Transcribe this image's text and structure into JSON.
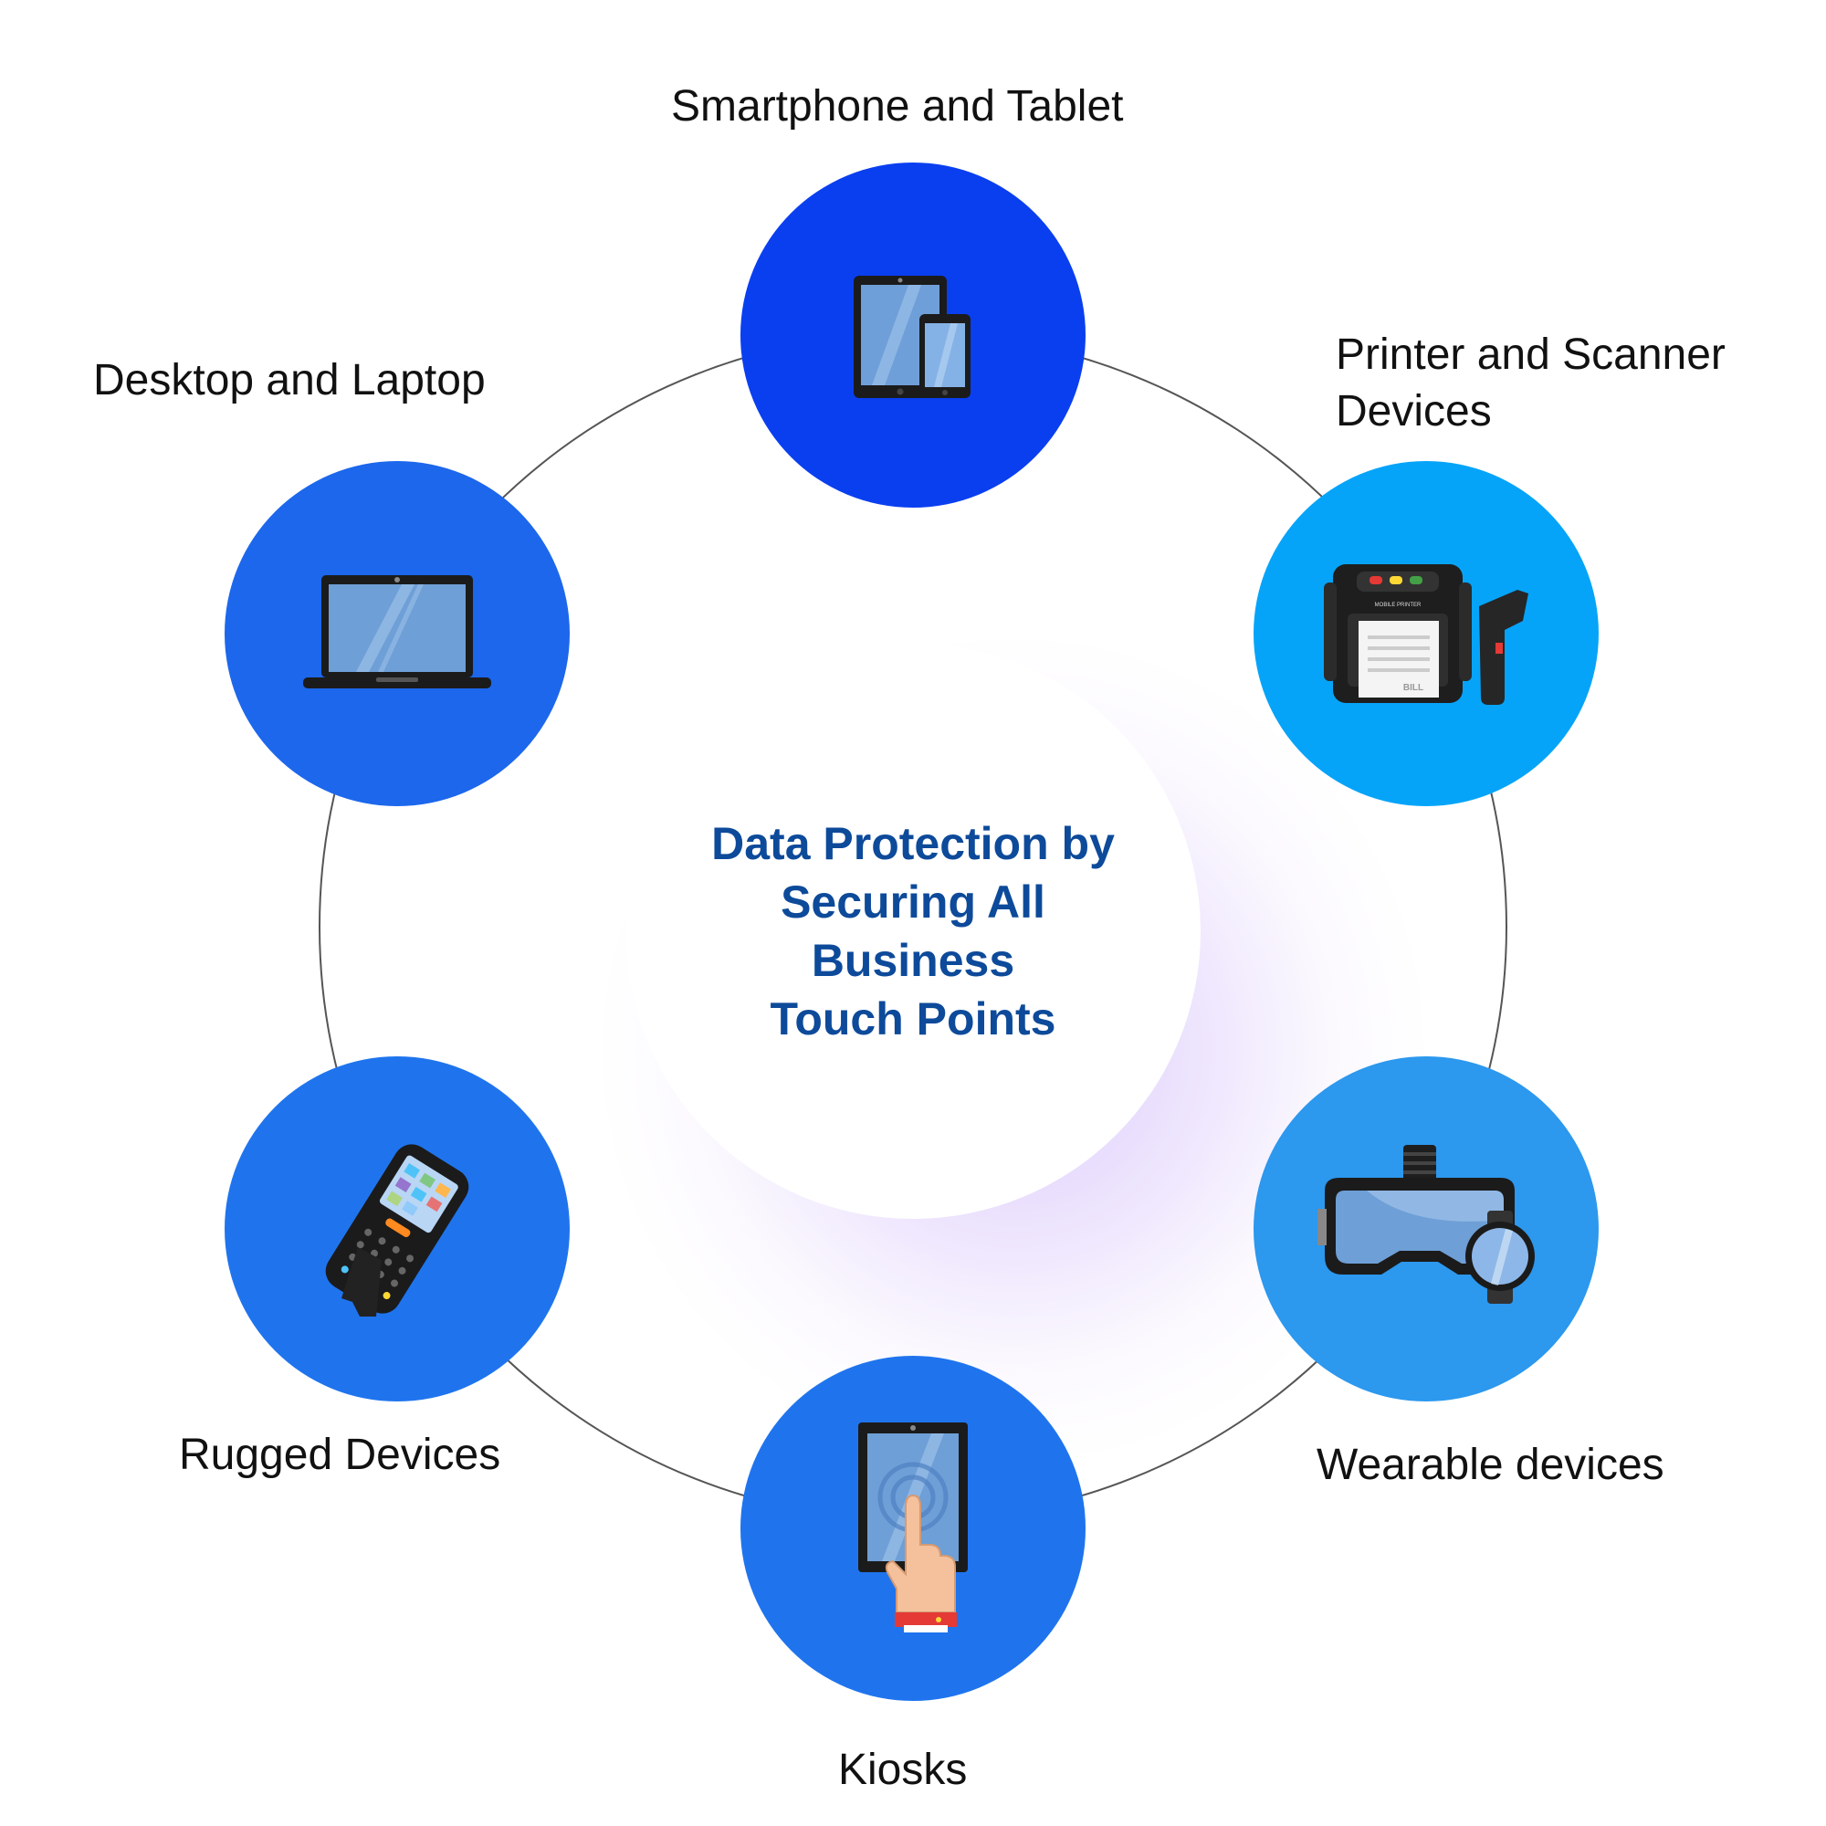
{
  "center": {
    "title": "Data Protection by\nSecuring All Business\nTouch Points"
  },
  "nodes": [
    {
      "key": "smartphone",
      "label": "Smartphone and Tablet",
      "color": "#0a3ff0",
      "icon": "smartphone-tablet-icon"
    },
    {
      "key": "printer",
      "label": "Printer and Scanner\nDevices",
      "color": "#06a4f9",
      "icon": "printer-scanner-icon",
      "printer_text": "MOBILE PRINTER",
      "bill_text": "BILL"
    },
    {
      "key": "wearable",
      "label": "Wearable devices",
      "color": "#2c98ee",
      "icon": "vr-headset-smartwatch-icon"
    },
    {
      "key": "kiosk",
      "label": "Kiosks",
      "color": "#1f74ee",
      "icon": "kiosk-touch-icon"
    },
    {
      "key": "rugged",
      "label": "Rugged Devices",
      "color": "#1f74ee",
      "icon": "rugged-handheld-icon"
    },
    {
      "key": "desktop",
      "label": "Desktop and Laptop",
      "color": "#1c67ec",
      "icon": "laptop-icon"
    }
  ],
  "colors": {
    "ring": "#555555",
    "title": "#0d4a9a",
    "label": "#111111"
  }
}
